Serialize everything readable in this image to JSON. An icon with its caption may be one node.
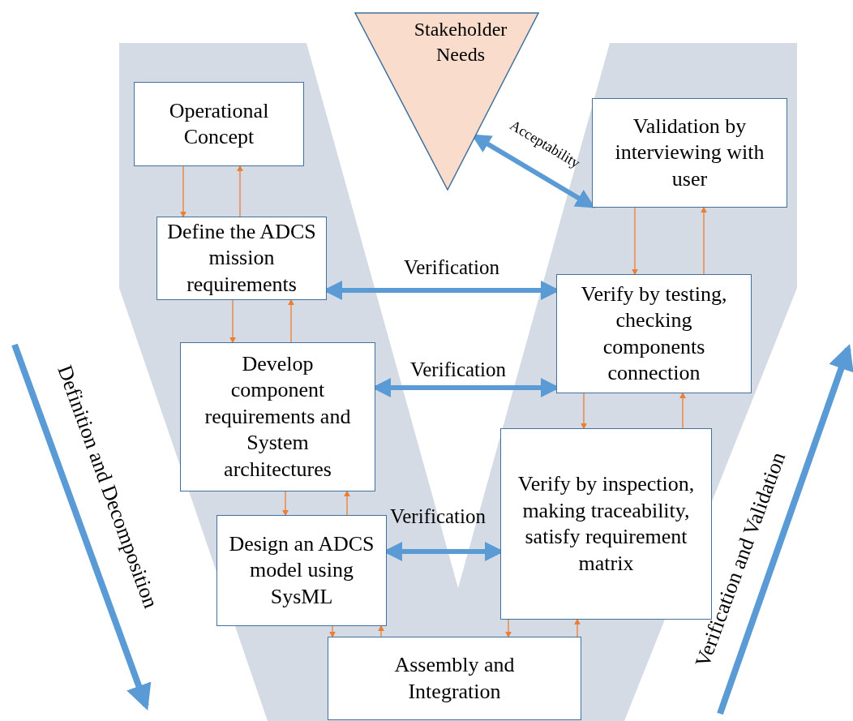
{
  "diagram": {
    "nodes": [
      {
        "text": [
          "Stakeholder Needs"
        ]
      },
      {
        "text": [
          "Operational Concept"
        ]
      },
      {
        "text": [
          "Define the ADCS mission requirements"
        ]
      },
      {
        "text": [
          "Develop component requirements and System architectures"
        ]
      },
      {
        "text": [
          "Design an ADCS model using SysML"
        ]
      },
      {
        "text": [
          "Assembly and Integration"
        ]
      },
      {
        "text": [
          "Validation by interviewing with user"
        ]
      },
      {
        "text": [
          "Verify by testing, checking components connection"
        ]
      },
      {
        "text": [
          "Verify by inspection, making traceability, satisfy requirement matrix"
        ]
      }
    ],
    "edges": [
      {
        "from": 1,
        "to": 2,
        "arrow": "to"
      },
      {
        "from": 2,
        "to": 1,
        "arrow": "to"
      },
      {
        "from": 2,
        "to": 3,
        "arrow": "to"
      },
      {
        "from": 3,
        "to": 2,
        "arrow": "to"
      },
      {
        "from": 3,
        "to": 4,
        "arrow": "to"
      },
      {
        "from": 4,
        "to": 3,
        "arrow": "to"
      },
      {
        "from": 4,
        "to": 5,
        "arrow": "to"
      },
      {
        "from": 5,
        "to": 4,
        "arrow": "to"
      },
      {
        "from": 8,
        "to": 5,
        "arrow": "to"
      },
      {
        "from": 5,
        "to": 8,
        "arrow": "to"
      },
      {
        "from": 7,
        "to": 8,
        "arrow": "to"
      },
      {
        "from": 8,
        "to": 7,
        "arrow": "to"
      },
      {
        "from": 6,
        "to": 7,
        "arrow": "to"
      },
      {
        "from": 7,
        "to": 6,
        "arrow": "to"
      },
      {
        "from": 0,
        "to": 6,
        "arrow": "both",
        "label": "Acceptability",
        "style": "thick",
        "color": "#5b9bd5"
      },
      {
        "from": 2,
        "to": 7,
        "arrow": "both",
        "label": "Verification",
        "style": "thick",
        "color": "#5b9bd5"
      },
      {
        "from": 3,
        "to": 7,
        "arrow": "both",
        "label": "Verification",
        "style": "thick",
        "color": "#5b9bd5"
      },
      {
        "from": 4,
        "to": 8,
        "arrow": "both",
        "label": "Verification",
        "style": "thick",
        "color": "#5b9bd5"
      }
    ],
    "labels": [
      "Definition and Decomposition",
      "Verification and Validation"
    ]
  }
}
